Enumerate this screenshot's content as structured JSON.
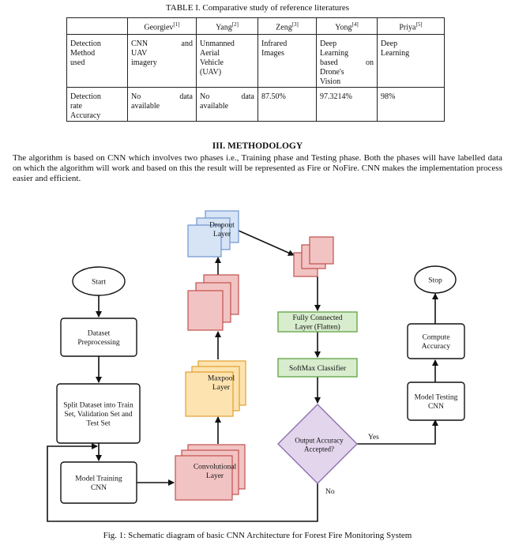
{
  "table": {
    "caption": "TABLE I. Comparative study of reference literatures",
    "headers": [
      {
        "name": "",
        "ref": ""
      },
      {
        "name": "Georgiev",
        "ref": "[1]"
      },
      {
        "name": "Yang",
        "ref": "[2]"
      },
      {
        "name": "Zeng",
        "ref": "[3]"
      },
      {
        "name": "Yong",
        "ref": "[4]"
      },
      {
        "name": "Priya",
        "ref": "[5]"
      }
    ],
    "rows": [
      {
        "label": [
          "Detection",
          "Method",
          "used"
        ],
        "cells": [
          [
            "CNN and",
            "UAV",
            "imagery"
          ],
          [
            "Unmanned",
            "Aerial",
            "Vehicle",
            "(UAV)"
          ],
          [
            "Infrared",
            "Images"
          ],
          [
            "Deep",
            "Learning",
            "based on",
            "Drone's",
            "Vision"
          ],
          [
            "Deep",
            "Learning"
          ]
        ]
      },
      {
        "label": [
          "Detection",
          "rate",
          "Accuracy"
        ],
        "cells": [
          [
            "No data",
            "available"
          ],
          [
            "No data",
            "available"
          ],
          [
            "87.50%"
          ],
          [
            "97.3214%"
          ],
          [
            "98%"
          ]
        ]
      }
    ]
  },
  "section": {
    "heading": "III. METHODOLOGY",
    "paragraph": "The algorithm is based on CNN which involves two phases i.e., Training phase and Testing phase. Both the phases will have labelled data on which the algorithm will work and based on this the result will be represented as Fire or NoFire. CNN makes the implementation process easier and efficient."
  },
  "figure": {
    "caption": "Fig. 1: Schematic diagram of basic CNN Architecture for Forest Fire Monitoring System",
    "nodes": {
      "start": "Start",
      "dataset": [
        "Dataset",
        "Preprocessing"
      ],
      "split": [
        "Split Dataset into Train",
        "Set, Validation Set and",
        "Test Set"
      ],
      "training": [
        "Model Training",
        "CNN"
      ],
      "conv": [
        "Convolutional",
        "Layer"
      ],
      "maxpool": [
        "Maxpool",
        "Layer"
      ],
      "dropout": [
        "Dropout",
        "Layer"
      ],
      "fc": [
        "Fully Connected",
        "Layer (Flatten)"
      ],
      "softmax": "SoftMax Classifier",
      "decision": [
        "Output Accuracy",
        "Accepted?"
      ],
      "testing": [
        "Model Testing",
        "CNN"
      ],
      "compute": [
        "Compute",
        "Accuracy"
      ],
      "stop": "Stop"
    },
    "edge_labels": {
      "yes": "Yes",
      "no": "No"
    },
    "colors": {
      "red_fill": "#f2c3c3",
      "red_stroke": "#c0504d",
      "orange_fill": "#fde3b0",
      "orange_stroke": "#e0a030",
      "blue_fill": "#d6e4f6",
      "blue_stroke": "#6f95cf",
      "green_fill": "#d8ecce",
      "green_stroke": "#6aa84f",
      "purple_fill": "#e2d5ec",
      "purple_stroke": "#8e6fb0"
    }
  }
}
